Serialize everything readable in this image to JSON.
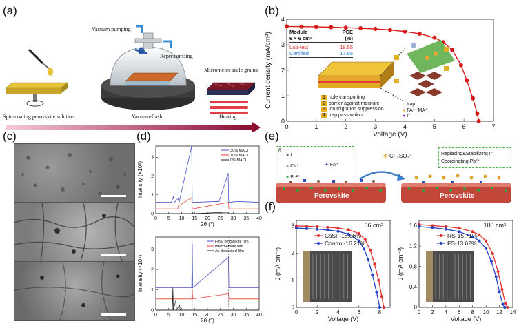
{
  "panel_labels": {
    "a": "(a)",
    "b": "(b)",
    "c": "(c)",
    "d": "(d)",
    "e": "(e)",
    "f": "(f)"
  },
  "panel_a": {
    "vacuum_pumping": "Vacuum pumping",
    "repressurising": "Repressurising",
    "micrometer_grains": "Micrometer-scale grains",
    "step1": "Spin-coating perovskite solution",
    "step2": "Vacuum-flash",
    "step3": "Heating"
  },
  "panel_b": {
    "table": {
      "header_module": "Module",
      "header_module_size": "6 × 6 cm²",
      "header_pce": "PCE",
      "header_pce_unit": "(%)",
      "rows": [
        {
          "label": "Lab-test",
          "value": "18.55",
          "color": "#e0302e"
        },
        {
          "label": "Certified",
          "value": "17.85",
          "color": "#2b7fd0"
        }
      ]
    },
    "legend_items": [
      "hole transporting",
      "barrier against moisture",
      "ion migration suppression",
      "trap passivation"
    ],
    "legend_nums": [
      "1",
      "2",
      "3",
      "4"
    ],
    "ion_legend": [
      "trap",
      "FA⁺, MA⁺",
      "I⁻"
    ]
  },
  "panel_d": {
    "top_legend": [
      "30% MACl",
      "10% MACl",
      "0% MACl"
    ],
    "bottom_legend": [
      "Final perovskite film",
      "Intermediate film",
      "As deposited film"
    ]
  },
  "panel_e": {
    "a_label": "a",
    "ions": [
      "I⁻",
      "Cs⁺",
      "Pb²⁺",
      "FA⁺"
    ],
    "anion": "CF₃SO₃⁻",
    "note1": "Replacing&Stabilizing I⁻",
    "note2": "Coordinating Pb²⁺",
    "perovskite": "Perovskite"
  },
  "panel_f": {
    "left_area": "36 cm²",
    "right_area": "100 cm²",
    "left_series": [
      "CsSF-18.06%",
      "Control-16.21%"
    ],
    "right_series": [
      "RS-15.71%",
      "FS-13.62%"
    ]
  },
  "chart_data": [
    {
      "type": "line",
      "id": "b",
      "xlabel": "Voltage (V)",
      "ylabel": "Current density (mA/cm²)",
      "xlim": [
        0,
        7
      ],
      "ylim": [
        0,
        4
      ],
      "xticks": [
        0,
        1,
        2,
        3,
        4,
        5,
        6,
        7
      ],
      "yticks": [
        0,
        1,
        2,
        3,
        4
      ],
      "series": [
        {
          "color": "#d8191a",
          "x": [
            0,
            0.5,
            1,
            1.5,
            2,
            2.5,
            3,
            3.5,
            4,
            4.5,
            5,
            5.3,
            5.6,
            5.9,
            6.1,
            6.3,
            6.45,
            6.5
          ],
          "y": [
            3.72,
            3.71,
            3.7,
            3.69,
            3.67,
            3.65,
            3.62,
            3.58,
            3.52,
            3.43,
            3.28,
            3.1,
            2.8,
            2.2,
            1.6,
            0.9,
            0.3,
            0.0
          ]
        }
      ]
    },
    {
      "type": "line",
      "id": "d-top",
      "xlabel": "2θ (°)",
      "ylabel": "Intensity (×10⁵)",
      "xlim": [
        0,
        40
      ],
      "ylim": [
        0,
        3.6
      ],
      "xticks": [
        0,
        5,
        10,
        15,
        20,
        25,
        30,
        35,
        40
      ],
      "yticks": [
        0,
        1,
        2,
        3
      ],
      "series": [
        {
          "name": "30% MACl",
          "color": "#4a55c8",
          "offset": 0.6,
          "x": [
            0,
            6,
            6.8,
            7.2,
            8.6,
            9.0,
            13.9,
            14.1,
            14.3,
            24.5,
            28.0,
            28.2,
            28.4,
            31.8,
            40
          ],
          "y": [
            0,
            0,
            0.3,
            0,
            0.2,
            0,
            3.0,
            0,
            0,
            0.05,
            1.55,
            0,
            0,
            0.05,
            0
          ]
        },
        {
          "name": "10% MACl",
          "color": "#e0443a",
          "offset": 0.25,
          "x": [
            0,
            8.5,
            8.7,
            13.9,
            14.1,
            14.3,
            28.1,
            28.3,
            40
          ],
          "y": [
            0,
            0,
            0.15,
            0.6,
            0,
            0,
            0.35,
            0,
            0
          ]
        },
        {
          "name": "0% MACl",
          "color": "#222222",
          "offset": 0.0,
          "x": [
            0,
            13.9,
            14.1,
            14.3,
            28.1,
            28.3,
            40
          ],
          "y": [
            0,
            0,
            0.12,
            0,
            0.08,
            0,
            0
          ]
        }
      ]
    },
    {
      "type": "line",
      "id": "d-bottom",
      "xlabel": "2θ (°)",
      "ylabel": "Intensity (×10⁴)",
      "xlim": [
        0,
        40
      ],
      "ylim": [
        0,
        3.6
      ],
      "xticks": [
        0,
        5,
        10,
        15,
        20,
        25,
        30,
        35,
        40
      ],
      "yticks": [
        0,
        1,
        2,
        3
      ],
      "series": [
        {
          "name": "Final perovskite film",
          "color": "#4a55c8",
          "offset": 1.1,
          "x": [
            0,
            13.9,
            14.1,
            14.3,
            28.1,
            28.3,
            40
          ],
          "y": [
            0,
            0,
            2.2,
            0,
            1.5,
            0,
            0
          ]
        },
        {
          "name": "Intermediate film",
          "color": "#e0443a",
          "offset": 0.55,
          "x": [
            0,
            13.9,
            14.1,
            14.3,
            28.1,
            28.3,
            40
          ],
          "y": [
            0,
            0,
            0.45,
            0,
            0.25,
            0,
            0
          ]
        },
        {
          "name": "As deposited film",
          "color": "#222222",
          "offset": 0.0,
          "x": [
            0,
            6.4,
            6.6,
            6.8,
            7.8,
            8.0,
            9.2,
            9.4,
            40
          ],
          "y": [
            0,
            0,
            1.1,
            0,
            0.5,
            0,
            0.25,
            0,
            0
          ]
        }
      ]
    },
    {
      "type": "line",
      "id": "f-left",
      "xlabel": "Voltage (V)",
      "ylabel": "J (mA cm⁻²)",
      "xlim": [
        0,
        9
      ],
      "ylim": [
        0,
        3.2
      ],
      "xticks": [
        0,
        2,
        4,
        6,
        8
      ],
      "yticks": [
        0,
        1,
        2,
        3
      ],
      "series": [
        {
          "name": "CsSF-18.06%",
          "color": "#e0302e",
          "x": [
            0,
            1,
            2,
            3,
            4,
            5,
            6,
            6.6,
            7.1,
            7.5,
            7.9,
            8.2,
            8.4
          ],
          "y": [
            3.0,
            2.99,
            2.97,
            2.95,
            2.92,
            2.86,
            2.72,
            2.5,
            2.1,
            1.6,
            1.0,
            0.4,
            0.0
          ]
        },
        {
          "name": "Control-16.21%",
          "color": "#2140c8",
          "x": [
            0,
            1,
            2,
            3,
            4,
            5,
            6,
            6.5,
            6.9,
            7.3,
            7.7,
            8.0
          ],
          "y": [
            2.92,
            2.9,
            2.88,
            2.85,
            2.8,
            2.7,
            2.45,
            2.15,
            1.75,
            1.2,
            0.55,
            0.0
          ]
        }
      ]
    },
    {
      "type": "line",
      "id": "f-right",
      "xlabel": "Voltage (V)",
      "ylabel": "J (mA cm⁻²)",
      "xlim": [
        0,
        14
      ],
      "ylim": [
        0,
        1.7
      ],
      "xticks": [
        0,
        2,
        4,
        6,
        8,
        10,
        12,
        14
      ],
      "yticks": [
        0,
        0.4,
        0.8,
        1.2,
        1.6
      ],
      "series": [
        {
          "name": "RS-15.71%",
          "color": "#e0302e",
          "x": [
            0,
            2,
            4,
            6,
            8,
            9,
            10,
            11,
            11.8,
            12.4,
            12.9,
            13.2
          ],
          "y": [
            1.62,
            1.6,
            1.58,
            1.55,
            1.48,
            1.42,
            1.3,
            1.05,
            0.7,
            0.35,
            0.08,
            0.0
          ]
        },
        {
          "name": "FS-13.62%",
          "color": "#2140c8",
          "x": [
            0,
            2,
            4,
            6,
            8,
            9,
            10,
            10.8,
            11.5,
            12.0,
            12.5,
            12.8
          ],
          "y": [
            1.58,
            1.56,
            1.53,
            1.48,
            1.38,
            1.3,
            1.15,
            0.9,
            0.6,
            0.3,
            0.06,
            0.0
          ]
        }
      ]
    }
  ]
}
